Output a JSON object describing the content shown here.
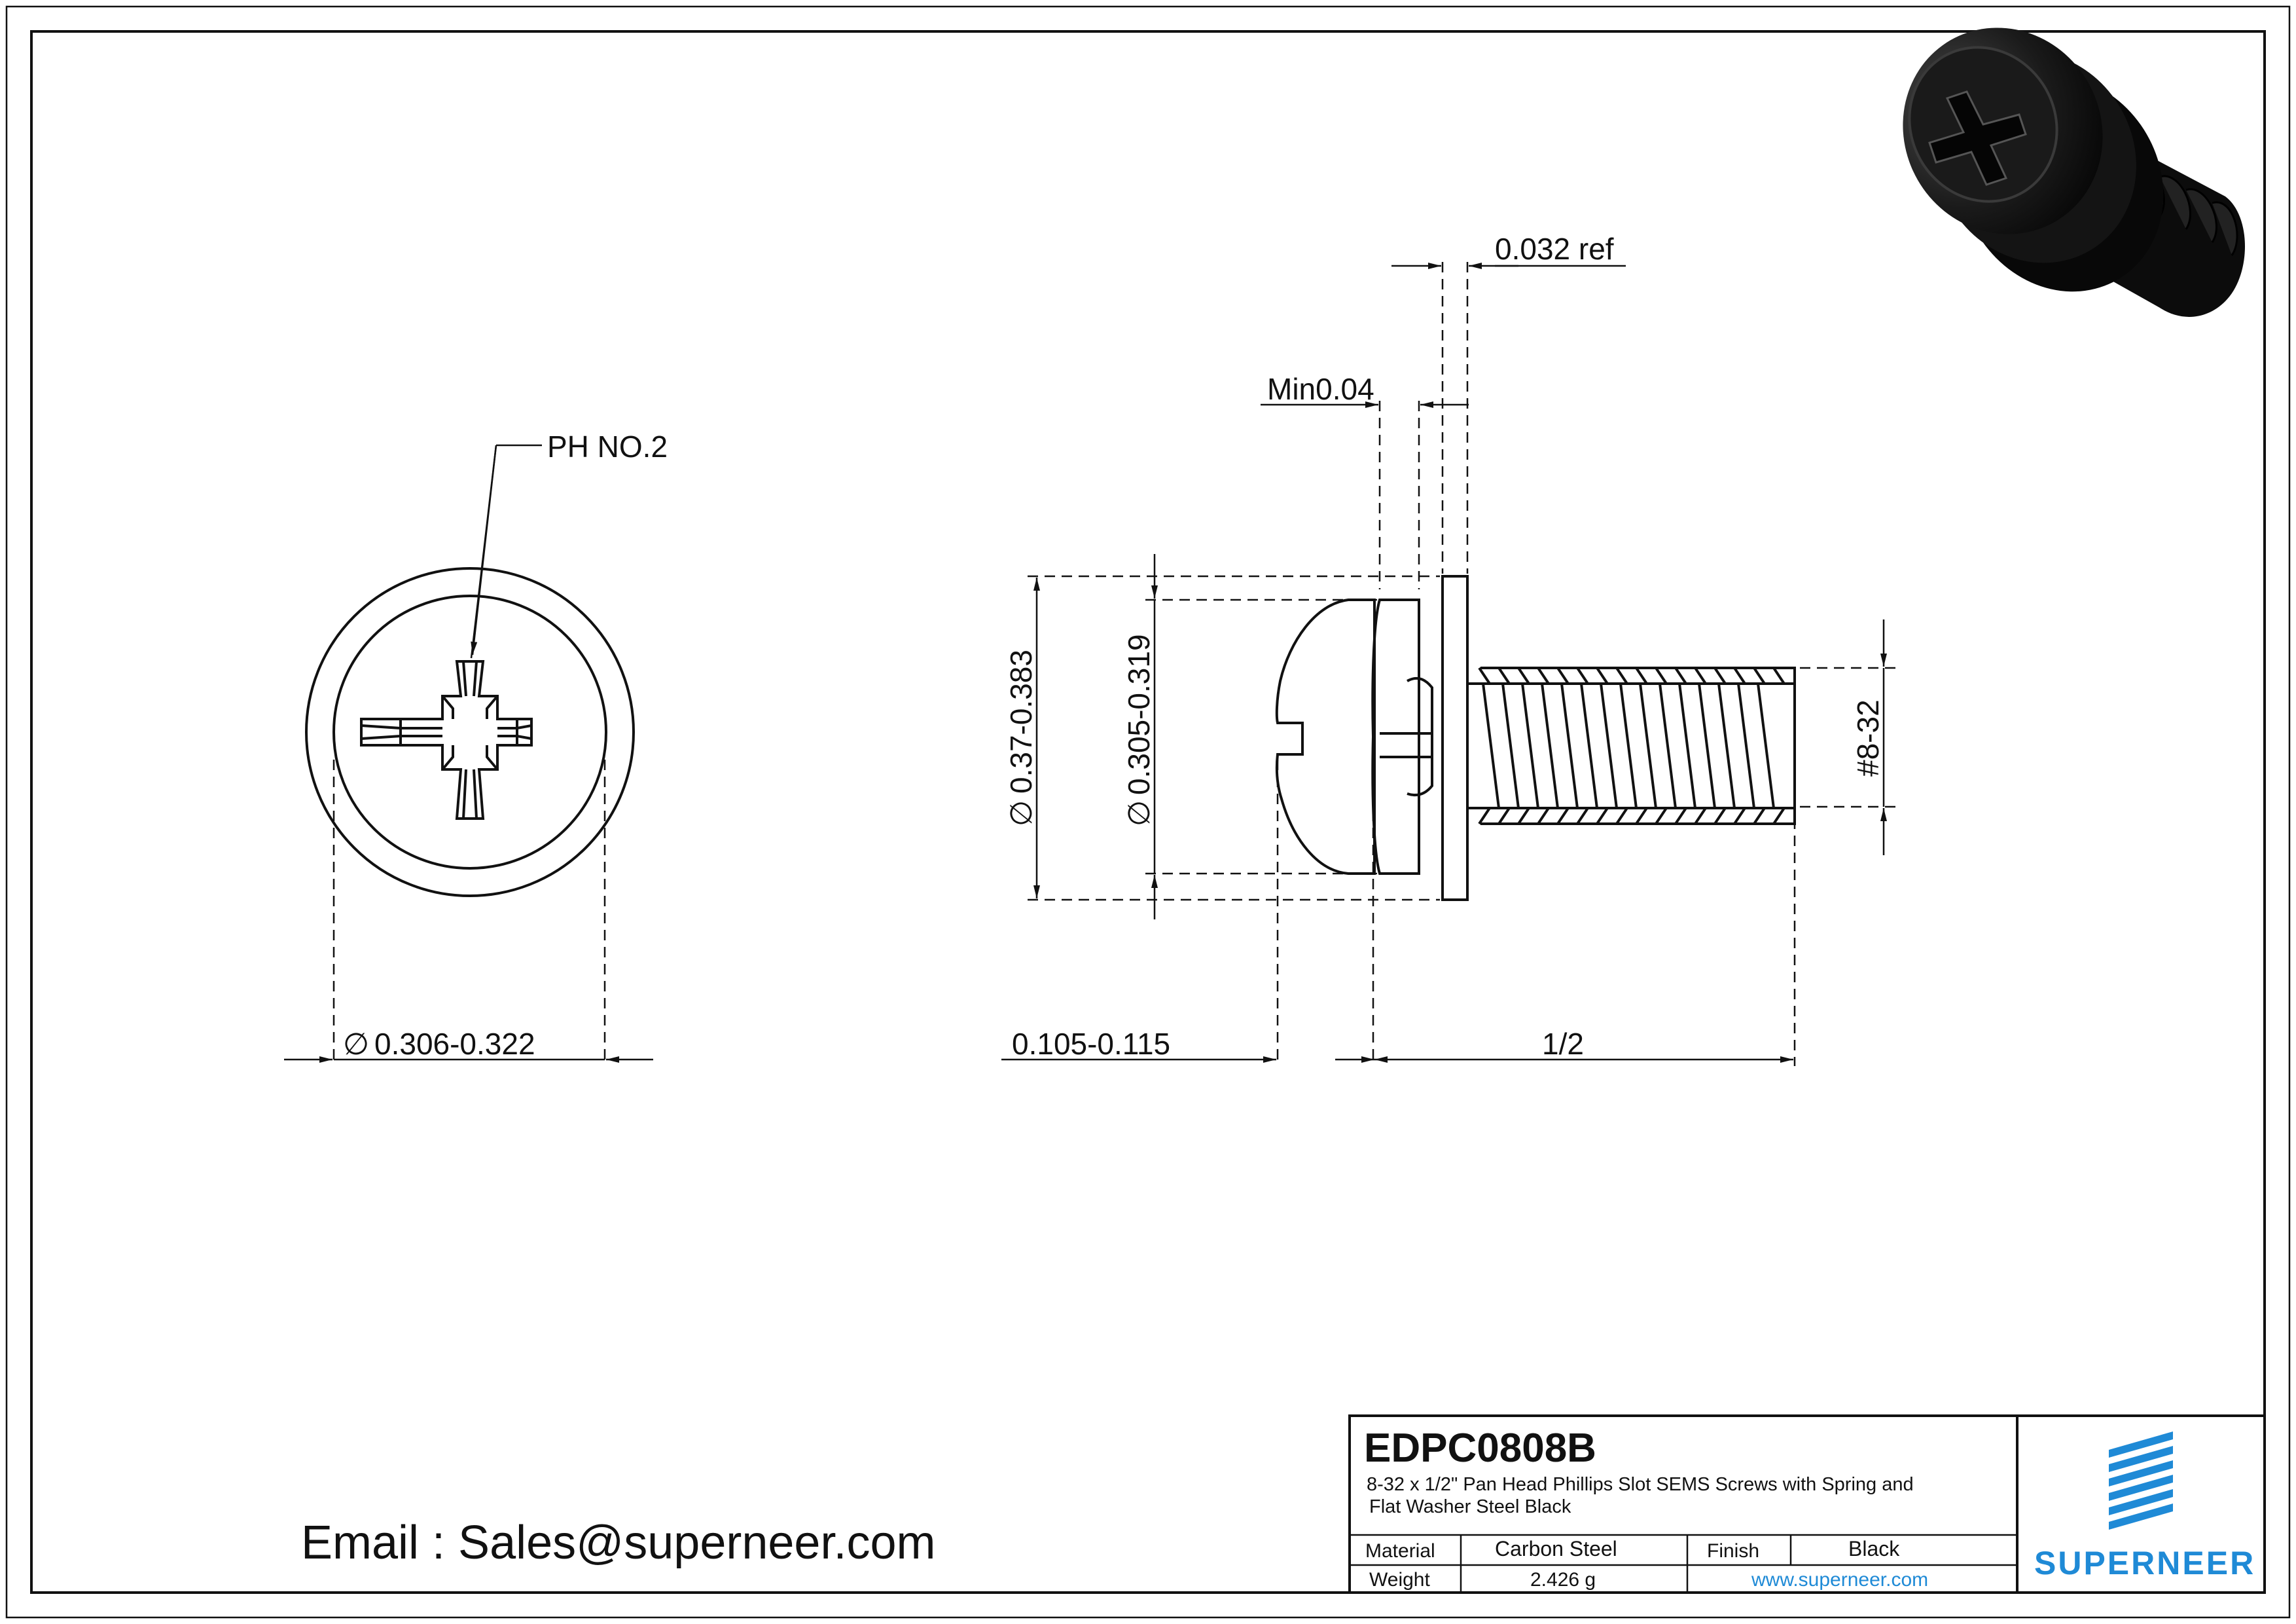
{
  "front_view": {
    "drive_label": "PH NO.2",
    "head_diameter": "0.306-0.322",
    "diameter_symbol": "∅"
  },
  "side_view": {
    "washer_thickness": "0.032 ref",
    "spring_washer_min": "Min0.04",
    "flat_washer_diameter": "0.37-0.383",
    "spring_washer_diameter": "0.305-0.319",
    "thread_size": "#8-32",
    "head_height": "0.105-0.115",
    "length": "1/2",
    "diameter_symbol": "∅"
  },
  "contact": {
    "email_line": "Email : Sales@superneer.com"
  },
  "title_block": {
    "part_number": "EDPC0808B",
    "description_line1": "8-32 x 1/2\" Pan Head Phillips Slot SEMS Screws with Spring and",
    "description_line2": "Flat Washer Steel Black",
    "material_label": "Material",
    "material_value": "Carbon Steel",
    "finish_label": "Finish",
    "finish_value": "Black",
    "weight_label": "Weight",
    "weight_value": "2.426 g",
    "website": "www.superneer.com",
    "brand": "SUPERNEER",
    "brand_color": "#1f8ad6"
  }
}
